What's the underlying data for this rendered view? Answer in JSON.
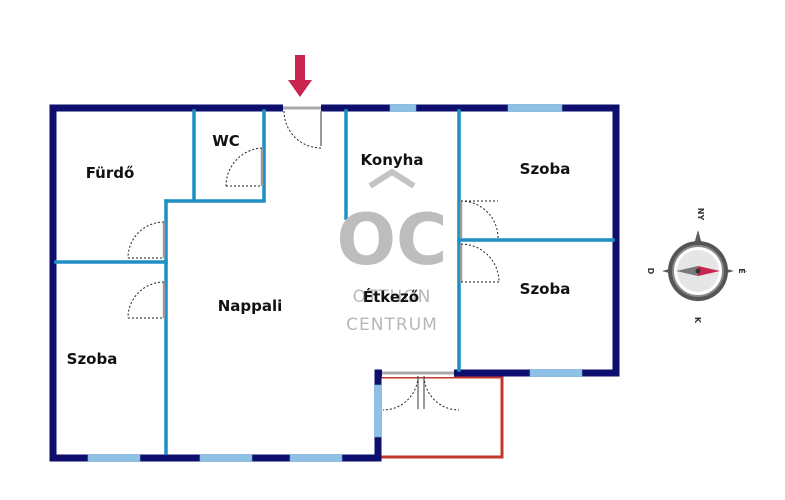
{
  "rooms": {
    "furdo": "Fürdő",
    "wc": "WC",
    "konyha": "Konyha",
    "szoba_top_right": "Szoba",
    "szoba_mid_right": "Szoba",
    "nappali": "Nappali",
    "etkezo": "Étkező",
    "szoba_left": "Szoba"
  },
  "watermark": {
    "logo": "OC",
    "line1": "OTTHON",
    "line2": "CENTRUM"
  },
  "compass": {
    "north": "NY",
    "east": "É",
    "south": "K",
    "west": "D"
  },
  "colors": {
    "outer_wall": "#0e0e6e",
    "inner_wall": "#1f8fc4",
    "window": "#8fc1e6",
    "balcony": "#c0392b",
    "entrance_arrow": "#c8264e",
    "watermark": "#bdbdbd"
  }
}
